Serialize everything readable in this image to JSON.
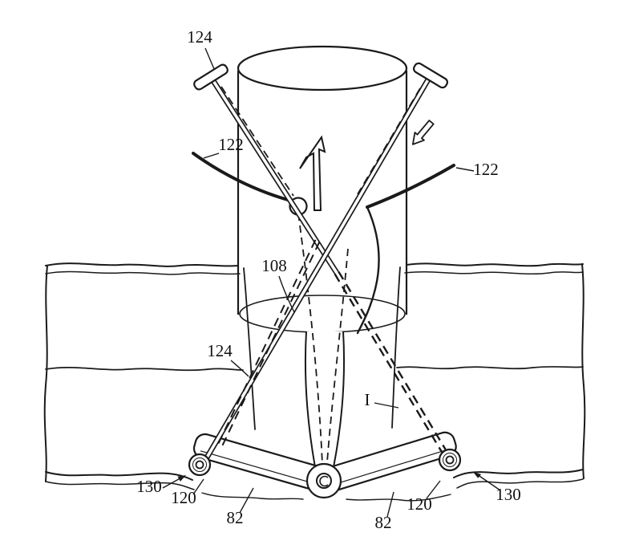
{
  "figure": {
    "kind": "patent-technical-drawing",
    "labels": {
      "ref_124_top": "124",
      "ref_122_left": "122",
      "ref_122_right": "122",
      "ref_108": "108",
      "ref_124_mid": "124",
      "ref_I": "I",
      "ref_130_left": "130",
      "ref_120_left": "120",
      "ref_82_left": "82",
      "ref_82_right": "82",
      "ref_120_right": "120",
      "ref_130_right": "130"
    },
    "colors": {
      "background": "#ffffff",
      "line": "#1a1a1a"
    }
  }
}
